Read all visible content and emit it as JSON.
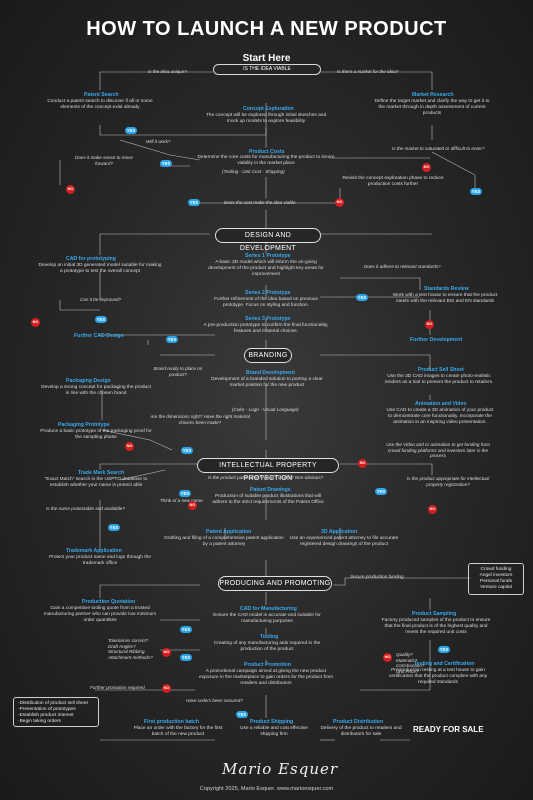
{
  "title": "HOW TO LAUNCH A NEW PRODUCT",
  "start": "Start Here",
  "viable_oval": "IS THE IDEA VIABLE",
  "q_unique": "Is the idea unique?",
  "q_market": "Is there a market for the idea?",
  "patent_search": {
    "head": "Patent Search",
    "text": "Conduct a patent search to discover if all or some elements of the concept exist already"
  },
  "market_research": {
    "head": "Market Research",
    "text": "Define the target market and clarify the way to get it to the market through in depth assessment of current products"
  },
  "concept_exploration": {
    "head": "Concept Exploration",
    "text": "The concept will be explored through initial sketches and mock up models to explore feasibility"
  },
  "q_will_it_work": "Will it work?",
  "product_costs": {
    "head": "Product Costs",
    "text": "Determine the core costs for manufacturing the product to insure viability in the market place",
    "sub": "(Tooling - Unit Cost - Shipping)"
  },
  "q_sense": "Does it make sense to move forward?",
  "q_saturated": "Is the market to saturated or difficult to enter?",
  "revisit": "Revisit the concept exploration phase to reduce production costs further",
  "q_cost_viable": "Does the cost make the idea viable",
  "section_design": "DESIGN AND DEVELOPMENT",
  "cad_prototyping": {
    "head": "CAD for prototyping",
    "text": "Develop an initial 3D generated model suitable for making a prototype  to test the overall concept"
  },
  "series1": {
    "head": "Series 1 Prototype",
    "text": "A basic 3D model which will inform the on-going development of the product and highlight key areas for improvement"
  },
  "q_standards": "Does it adhere to relevant standards?",
  "q_improved": "Can it be improved?",
  "series2": {
    "head": "Series 2 Prototype",
    "text": "Further refinement of the idea based on previous prototype. Focus on styling and function."
  },
  "standards_review": {
    "head": "Standards Review",
    "text": "Work with a test house to ensure that the product meets with the relevant BSI and EN standards"
  },
  "series3": {
    "head": "Series 3 Prototype",
    "text": "A pre-production prototype to confirm the final functionality, features and material choices."
  },
  "further_cad": "Further CAD Design",
  "further_dev": "Further Development",
  "section_branding": "BRANDING",
  "q_brand_ready": "Brand ready to place on product?",
  "brand_dev": {
    "head": "Brand Development",
    "text": "Development of a branded solution to portray a clear market position for the new product",
    "sub": "(Color - Logo - Visual Language)"
  },
  "sell_sheet": {
    "head": "Product Sell Sheet",
    "text": "Use the 3D CAD images to create photo-realistic renders as a tool to present the product to retailers."
  },
  "packaging_design": {
    "head": "Packaging Design",
    "text": "Develop a strong concept for packaging the product in line with the chosen brand"
  },
  "animation": {
    "head": "Animation and Video",
    "text": "Use CAD to create a 3D animation of your product to demonstrate core functionality. Incorporate the animation in an inspiring video presentation."
  },
  "q_dimensions": "Are the dimensions right? Have the right material choices been made?",
  "packaging_proto": {
    "head": "Packaging Prototype",
    "text": "Produce a basic prototype of the packaging proof for the sampling phase"
  },
  "q_crowdfunding": "Use the Video and or animation to get funding from crowd funding platforms and investors later in the process",
  "section_ip": "INTELLECTUAL PROPERTY PROTECTION",
  "q_patentable": "Is the product patentable? Novel? Useful? Non-obvious?",
  "trade_mark": {
    "head": "Trade Mark Search",
    "text": "\"Exact Match\" search in the USPTO database to establish whether your name is protect able"
  },
  "q_new_name": "Think of a new name",
  "q_name_protectable": "Is the name protectable and available?",
  "patent_drawings": {
    "head": "Patent Drawings",
    "text": "Production of suitable product illustrations that will adhere to the strict requirements of the Patent Office"
  },
  "q_intellectual": "Is the product appropriate for Intellectual property registration?",
  "patent_app": {
    "head": "Patent Application",
    "text": "Drafting and filing of a comprehensive patent application by a patent attorney"
  },
  "app_3d": {
    "head": "3D Application",
    "text": "Use an experienced patent attorney to file accurate registered design drawings of the product"
  },
  "trademark_app": {
    "head": "Trademark Application",
    "text": "Protect your product name and logo through the trademark office"
  },
  "section_producing": "PRODUCING AND PROMOTING",
  "secure_funding": "Secure production funding",
  "funding_box": [
    "Crowd funding",
    "Angel investors",
    "Personal funds",
    "Venture capital"
  ],
  "production_quotation": {
    "head": "Production Quotation",
    "text": "Gain a competitive tooling quote from a trusted manufacturing partner who can provide low minimum order quantities"
  },
  "cad_manufacturing": {
    "head": "CAD for Manufacturing",
    "text": "Ensure the CAD model is accurate and suitable for manufacturing purposes"
  },
  "product_sampling": {
    "head": "Product Sampling",
    "text": "Factory produced samples of the product to ensure that the final product is of the highest quality and meets the required unit costs"
  },
  "q_tolerances": [
    "Tolerances correct?",
    "Draft Angles?",
    "Structural Ribbing",
    "Attachment methods?"
  ],
  "tooling": {
    "head": "Tooling",
    "text": "Creating of any manufacturing aids required in the production of the product"
  },
  "q_quality": [
    "Quality?",
    "Materials?",
    "Construction?",
    "Unit Price?"
  ],
  "product_promotion": {
    "head": "Product Promotion",
    "text": "A promotional campaign aimed at giving the new product exposure in the marketplace to gain orders for the product from retailers and distributors"
  },
  "testing": {
    "head": "Testing and Certification",
    "text": "Preproduction testing at a test house to gain certification that the product complies with any required standards"
  },
  "q_further_promo": "Further promotion required",
  "q_orders": "Have orders been secured?",
  "promo_list": [
    "-Distribution of product sell sheet",
    "-Presentation of prototypes",
    "-Establish product interest",
    "-Begin taking orders"
  ],
  "first_batch": {
    "head": "First production batch",
    "text": "Place an order with the factory for the first batch of the new product"
  },
  "shipping": {
    "head": "Product Shipping",
    "text": "Use a reliable and cost effective shipping firm"
  },
  "distribution": {
    "head": "Product Distribution",
    "text": "Delivery of the product to retailers and distributors for sale"
  },
  "ready": "READY FOR SALE",
  "signature": "Mario Esquer",
  "copyright": "Copyright 2025, Mario Esquer. www.marioesquer.com",
  "yes": "YES",
  "no": "NO",
  "colors": {
    "accent": "#39a9ec",
    "yes": "#2aa4e8",
    "no": "#d71e1e"
  }
}
